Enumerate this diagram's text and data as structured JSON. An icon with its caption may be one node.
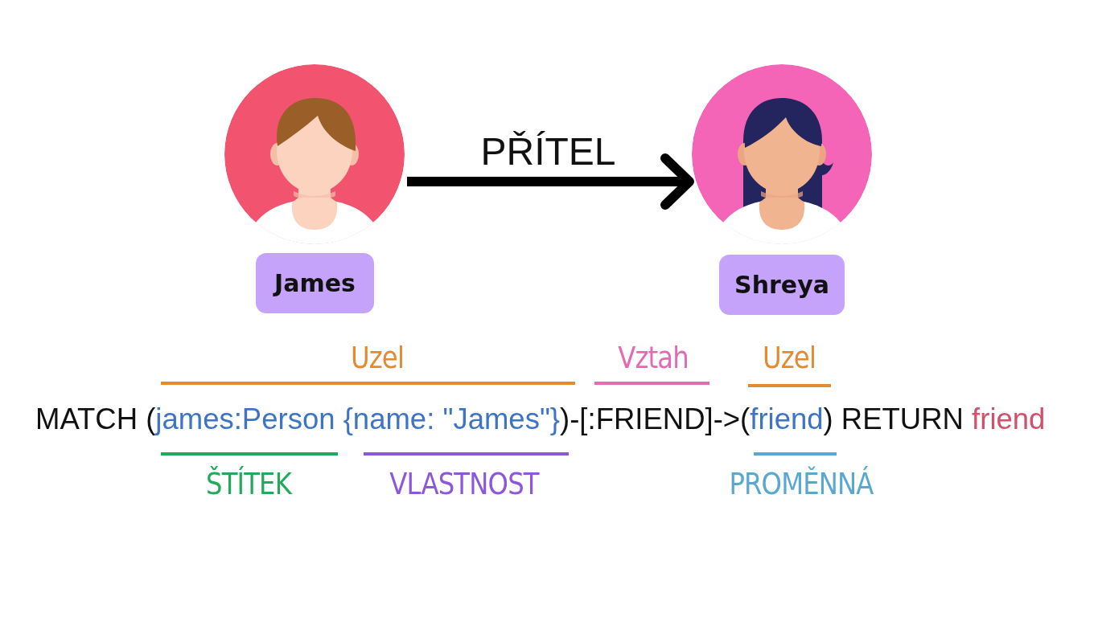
{
  "diagram": {
    "nodes": [
      {
        "text": [],
        "shape": "person"
      },
      {
        "text": [
          "James"
        ]
      },
      {
        "text": [],
        "shape": "person"
      },
      {
        "text": [
          "Shreya"
        ]
      }
    ],
    "edges": [
      {
        "from": 0,
        "to": 2,
        "arrow": "to",
        "label": "PŘÍTEL"
      }
    ],
    "labels": [
      "Uzel",
      "Vztah",
      "Uzel",
      "MATCH (",
      "james:Person {name: \"James\"}",
      ")-[:FRIEND]->(",
      "friend",
      ") RETURN",
      "friend",
      "ŠTÍTEK",
      "VLASTNOST",
      "PROMĚNNÁ"
    ]
  }
}
